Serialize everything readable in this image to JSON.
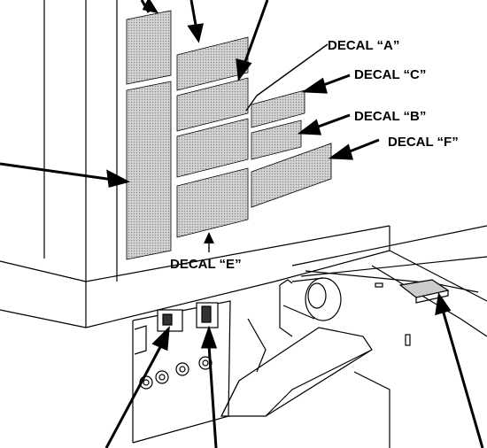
{
  "labels": {
    "decal_a": "DECAL “A”",
    "decal_b": "DECAL “B”",
    "decal_c": "DECAL “C”",
    "decal_e": "DECAL “E”",
    "decal_f": "DECAL “F”"
  },
  "colors": {
    "stroke": "#000000",
    "decal_fill": "#c9c9c9",
    "background": "#ffffff"
  }
}
